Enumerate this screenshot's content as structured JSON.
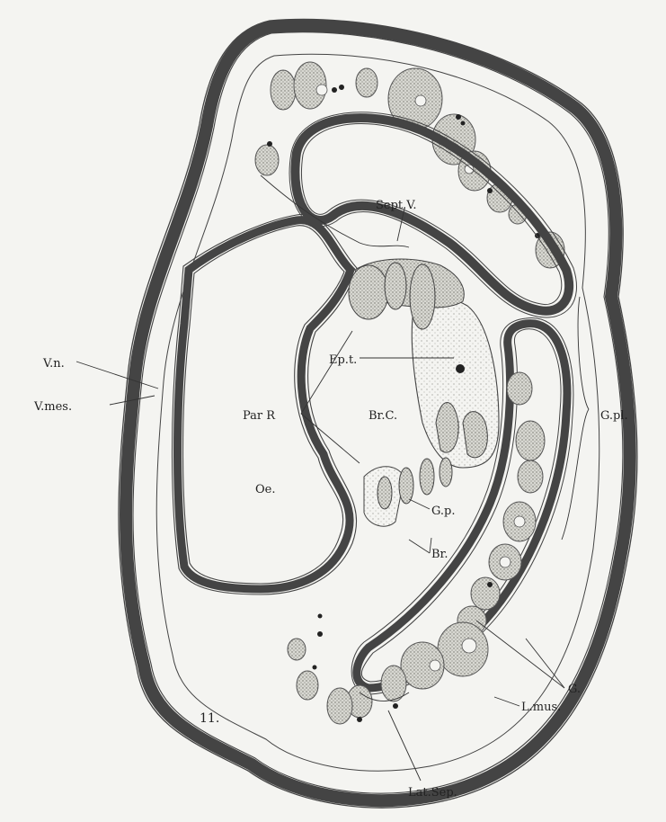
{
  "figure": {
    "number": "11.",
    "background": "#f4f4f1",
    "ink": "#333333",
    "stipple": "#bdbdb5"
  },
  "labels": {
    "sept_v": "Sept.V.",
    "ep_t": "Ep.t.",
    "v_n": "V.n.",
    "v_mes": "V.mes.",
    "par_r": "Par R",
    "br_c": "Br.C.",
    "g_pl": "G.pl.",
    "oe": "Oe.",
    "g_p": "G.p.",
    "br": "Br.",
    "g": "G.",
    "l_mus": "L.mus.",
    "lat_sep": "Lat.Sep."
  }
}
